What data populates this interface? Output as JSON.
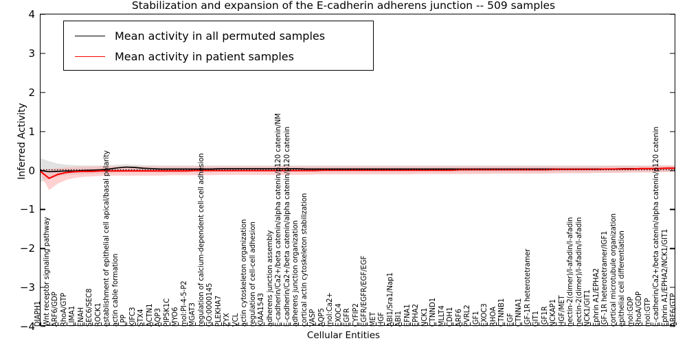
{
  "chart_data": {
    "type": "line",
    "title": "Stabilization and expansion of the E-cadherin adherens junction -- 509 samples",
    "xlabel": "Cellular Entities",
    "ylabel": "Inferred Activity",
    "ylim": [
      -4,
      4
    ],
    "yticks": [
      -4,
      -3,
      -2,
      -1,
      0,
      1,
      2,
      3,
      4
    ],
    "grid": false,
    "legend_position": "upper-left",
    "series": [
      {
        "name": "Mean activity in all permuted samples",
        "color": "#000000",
        "band_color": "#c8c8c8",
        "values": [
          -0.02,
          -0.05,
          -0.04,
          -0.03,
          -0.03,
          -0.02,
          -0.01,
          0.0,
          0.02,
          0.05,
          0.07,
          0.06,
          0.04,
          0.03,
          0.02,
          0.02,
          0.02,
          0.02,
          0.02,
          0.02,
          0.02,
          0.03,
          0.03,
          0.03,
          0.03,
          0.03,
          0.03,
          0.03,
          0.03,
          0.03,
          0.03,
          0.02,
          0.02,
          0.02,
          0.02,
          0.02,
          0.02,
          0.02,
          0.02,
          0.02,
          0.02,
          0.02,
          0.02,
          0.02,
          0.02,
          0.02,
          0.02,
          0.02,
          0.02,
          0.02,
          0.02,
          0.02,
          0.02,
          0.02,
          0.02,
          0.02,
          0.02,
          0.02,
          0.02,
          0.02,
          0.02,
          0.02,
          0.02,
          0.02,
          0.02,
          0.02,
          0.02,
          0.02,
          0.03,
          0.03,
          0.03,
          0.03,
          0.03,
          0.04,
          0.04,
          0.04,
          0.04,
          0.05,
          0.05,
          0.05,
          0.05,
          0.05,
          0.05
        ],
        "band_upper": [
          0.3,
          0.22,
          0.16,
          0.13,
          0.12,
          0.11,
          0.11,
          0.11,
          0.12,
          0.13,
          0.14,
          0.13,
          0.12,
          0.12,
          0.11,
          0.11,
          0.11,
          0.11,
          0.11,
          0.11,
          0.11,
          0.11,
          0.11,
          0.11,
          0.11,
          0.11,
          0.11,
          0.11,
          0.11,
          0.11,
          0.11,
          0.11,
          0.11,
          0.11,
          0.11,
          0.11,
          0.11,
          0.11,
          0.11,
          0.11,
          0.11,
          0.11,
          0.11,
          0.11,
          0.11,
          0.11,
          0.11,
          0.11,
          0.11,
          0.11,
          0.11,
          0.11,
          0.11,
          0.11,
          0.11,
          0.11,
          0.11,
          0.11,
          0.11,
          0.11,
          0.11,
          0.11,
          0.11,
          0.11,
          0.11,
          0.11,
          0.11,
          0.11,
          0.11,
          0.11,
          0.11,
          0.11,
          0.11,
          0.11,
          0.11,
          0.11,
          0.11,
          0.11,
          0.11,
          0.11,
          0.11,
          0.11,
          0.11
        ],
        "band_lower": [
          -0.32,
          -0.24,
          -0.18,
          -0.14,
          -0.13,
          -0.12,
          -0.11,
          -0.1,
          -0.09,
          -0.07,
          -0.05,
          -0.05,
          -0.06,
          -0.06,
          -0.07,
          -0.07,
          -0.07,
          -0.07,
          -0.07,
          -0.07,
          -0.07,
          -0.06,
          -0.06,
          -0.06,
          -0.06,
          -0.06,
          -0.06,
          -0.06,
          -0.06,
          -0.06,
          -0.06,
          -0.07,
          -0.07,
          -0.07,
          -0.07,
          -0.07,
          -0.07,
          -0.07,
          -0.07,
          -0.07,
          -0.07,
          -0.07,
          -0.07,
          -0.07,
          -0.07,
          -0.07,
          -0.07,
          -0.07,
          -0.07,
          -0.07,
          -0.07,
          -0.07,
          -0.07,
          -0.07,
          -0.07,
          -0.07,
          -0.07,
          -0.07,
          -0.07,
          -0.07,
          -0.07,
          -0.07,
          -0.07,
          -0.07,
          -0.07,
          -0.07,
          -0.07,
          -0.07,
          -0.06,
          -0.06,
          -0.06,
          -0.06,
          -0.06,
          -0.05,
          -0.05,
          -0.05,
          -0.05,
          -0.04,
          -0.04,
          -0.04,
          -0.04,
          -0.04,
          -0.04
        ]
      },
      {
        "name": "Mean activity in patient samples",
        "color": "#ff0000",
        "band_color": "#ffb3b3",
        "values": [
          -0.04,
          -0.22,
          -0.12,
          -0.07,
          -0.05,
          -0.04,
          -0.04,
          -0.03,
          -0.03,
          -0.03,
          -0.03,
          -0.03,
          -0.03,
          -0.03,
          -0.03,
          -0.03,
          -0.03,
          -0.03,
          -0.02,
          -0.02,
          -0.02,
          -0.02,
          -0.02,
          -0.02,
          -0.02,
          -0.02,
          -0.02,
          -0.02,
          -0.02,
          -0.02,
          -0.02,
          -0.02,
          -0.02,
          -0.01,
          -0.01,
          -0.01,
          -0.01,
          -0.01,
          -0.01,
          -0.01,
          -0.01,
          -0.01,
          -0.01,
          -0.01,
          -0.01,
          -0.01,
          -0.01,
          -0.01,
          -0.01,
          0.0,
          0.0,
          0.0,
          0.0,
          0.0,
          0.0,
          0.0,
          0.0,
          0.0,
          0.0,
          0.0,
          0.01,
          0.01,
          0.01,
          0.01,
          0.01,
          0.01,
          0.02,
          0.02,
          0.02,
          0.02,
          0.03,
          0.03,
          0.03,
          0.04,
          0.04,
          0.05,
          0.05,
          0.06,
          0.06,
          0.07,
          0.07,
          0.07,
          0.07
        ],
        "band_upper": [
          0.02,
          0.02,
          0.04,
          0.06,
          0.07,
          0.08,
          0.08,
          0.09,
          0.09,
          0.09,
          0.09,
          0.09,
          0.09,
          0.09,
          0.09,
          0.09,
          0.09,
          0.09,
          0.09,
          0.09,
          0.09,
          0.09,
          0.09,
          0.09,
          0.09,
          0.09,
          0.09,
          0.09,
          0.09,
          0.09,
          0.09,
          0.09,
          0.09,
          0.09,
          0.09,
          0.09,
          0.09,
          0.09,
          0.09,
          0.09,
          0.09,
          0.09,
          0.09,
          0.09,
          0.09,
          0.09,
          0.09,
          0.09,
          0.09,
          0.09,
          0.09,
          0.09,
          0.09,
          0.09,
          0.09,
          0.09,
          0.09,
          0.09,
          0.09,
          0.09,
          0.09,
          0.09,
          0.09,
          0.09,
          0.09,
          0.09,
          0.1,
          0.1,
          0.1,
          0.1,
          0.1,
          0.1,
          0.11,
          0.11,
          0.11,
          0.12,
          0.12,
          0.13,
          0.13,
          0.13,
          0.13,
          0.13,
          0.13
        ],
        "band_lower": [
          -0.12,
          -0.52,
          -0.36,
          -0.26,
          -0.21,
          -0.18,
          -0.17,
          -0.16,
          -0.15,
          -0.15,
          -0.15,
          -0.15,
          -0.15,
          -0.15,
          -0.15,
          -0.14,
          -0.14,
          -0.14,
          -0.14,
          -0.14,
          -0.14,
          -0.13,
          -0.13,
          -0.13,
          -0.13,
          -0.13,
          -0.13,
          -0.13,
          -0.13,
          -0.13,
          -0.13,
          -0.13,
          -0.12,
          -0.12,
          -0.12,
          -0.12,
          -0.12,
          -0.12,
          -0.12,
          -0.12,
          -0.12,
          -0.12,
          -0.12,
          -0.12,
          -0.11,
          -0.11,
          -0.11,
          -0.11,
          -0.11,
          -0.11,
          -0.11,
          -0.11,
          -0.11,
          -0.1,
          -0.1,
          -0.1,
          -0.1,
          -0.1,
          -0.1,
          -0.1,
          -0.09,
          -0.09,
          -0.09,
          -0.09,
          -0.09,
          -0.08,
          -0.08,
          -0.08,
          -0.08,
          -0.07,
          -0.07,
          -0.07,
          -0.06,
          -0.06,
          -0.05,
          -0.05,
          -0.04,
          -0.03,
          -0.03,
          -0.02,
          -0.02,
          -0.01,
          -0.01
        ]
      }
    ],
    "categories": [
      "DIAPH1",
      "Wnt receptor signaling pathway",
      "ARF6/GDP",
      "RhoA/GTP",
      "LIMA1",
      "ENAH",
      "SEC6/SEC8",
      "ROCK1",
      "establishment of epithelial cell apical/basal polarity",
      "actin cable formation",
      "LPP",
      "KIFC3",
      "STX4",
      "ACTN1",
      "AQP3",
      "PIP5K1C",
      "MYO6",
      "mol:PI-4-5-P2",
      "MGAT3",
      "regulation of calcium-dependent cell-cell adhesion",
      "GO:0000145",
      "PLEKHA7",
      "ZYX",
      "VCL",
      "actin cytoskeleton organization",
      "regulation of cell-cell adhesion",
      "KIAA1543",
      "adherens junction assembly",
      "E-cadherin/Ca2+/beta catenin/alpha catenin/p120 catenin/NM",
      "E-cadherin/Ca2+/beta catenin/alpha catenin/p120 catenin",
      "adherens junction organization",
      "cortical actin cytoskeleton stabilization",
      "VASP",
      "AQP5",
      "mol:Ca2+",
      "EXOC4",
      "EGFR",
      "CYFIP2",
      "EGFR/EGFR/EGF/EGF",
      "MET",
      "HGF",
      "ABI1/Sra1/Nap1",
      "ABI1",
      "EFNA1",
      "EPHA2",
      "NCK1",
      "CTNND1",
      "MLLT4",
      "CDH1",
      "ARF6",
      "PVRL2",
      "IGF1",
      "EXOC3",
      "RHOA",
      "CTNNB1",
      "EGF",
      "CTNNA1",
      "IGF-1R heterotetramer",
      "GIT1",
      "IGF1R",
      "NCKAP1",
      "HGF/MET",
      "nectin-2(dimer)/l-afadin/l-afadin",
      "nectin-2(dimer)/l-afadin/l-afadin",
      "NCK1/GIT1",
      "Ephrin A1/EPHA2",
      "IGF-1R heterotetramer/IGF1",
      "cortical microtubule organization",
      "epithelial cell differentiation",
      "mol:GDP",
      "RhoA/GDP",
      "mol:GTP",
      "E-cadherin/Ca2+/beta catenin/alpha catenin/p120 catenin",
      "Ephrin A1/EPHA2/NCK1/GIT1",
      "ARF6/GTP"
    ]
  },
  "legend": {
    "entries": [
      {
        "label": "Mean activity in all permuted samples",
        "color": "#000000"
      },
      {
        "label": "Mean activity in patient samples",
        "color": "#ff0000"
      }
    ]
  }
}
